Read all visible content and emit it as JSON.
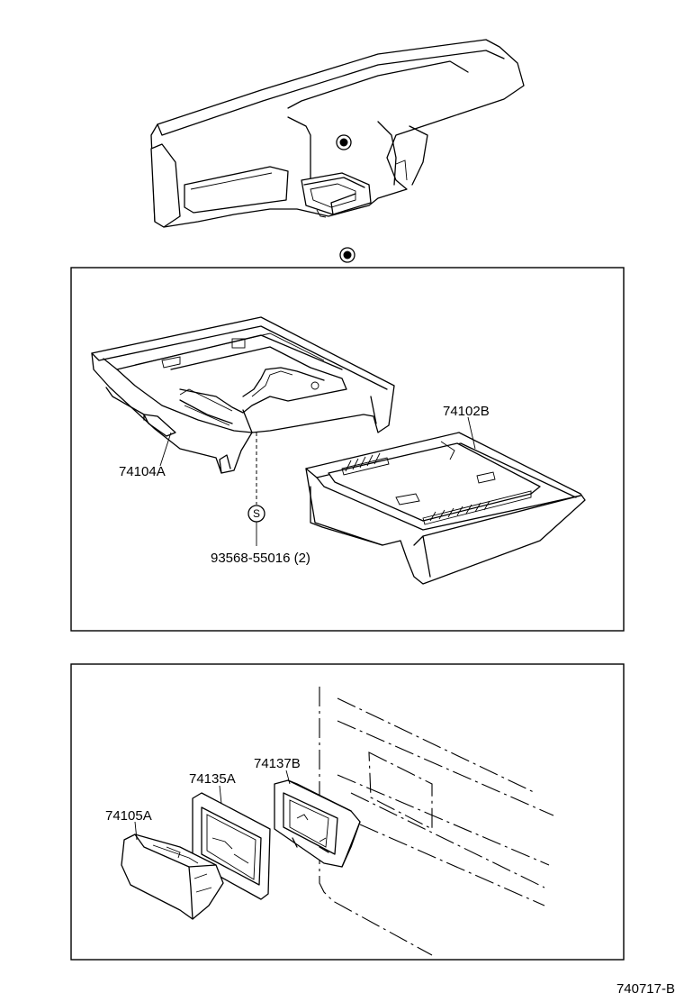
{
  "parts": {
    "p74102B": "74102B",
    "p74104A": "74104A",
    "p93568": "93568-55016 (2)",
    "p74105A": "74105A",
    "p74135A": "74135A",
    "p74137B": "74137B"
  },
  "symbols": {
    "screw_letter": "S"
  },
  "diagram_code": "740717-B"
}
